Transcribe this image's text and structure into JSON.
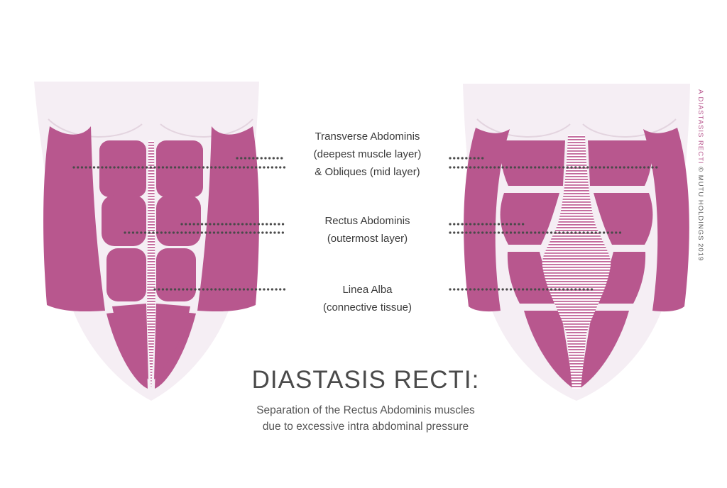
{
  "labels": {
    "transverse": [
      "Transverse Abdominis",
      "(deepest muscle layer)",
      "& Obliques (mid layer)"
    ],
    "rectus": [
      "Rectus Abdominis",
      "(outermost layer)"
    ],
    "linea": [
      "Linea Alba",
      "(connective tissue)"
    ]
  },
  "title": "DIASTASIS RECTI:",
  "subtitle": [
    "Separation of the Rectus Abdominis muscles",
    "due to excessive intra abdominal pressure"
  ],
  "credit": {
    "accent": "A DIASTASIS RECTI",
    "rest": " © MUTU HOLDINGS 2019"
  },
  "colors": {
    "muscle": "#b8578e",
    "skin": "#f5eef4",
    "linea_stripe": "#c2679b",
    "text": "#3a3a3a",
    "leader_dots": "#4a4a4a"
  }
}
